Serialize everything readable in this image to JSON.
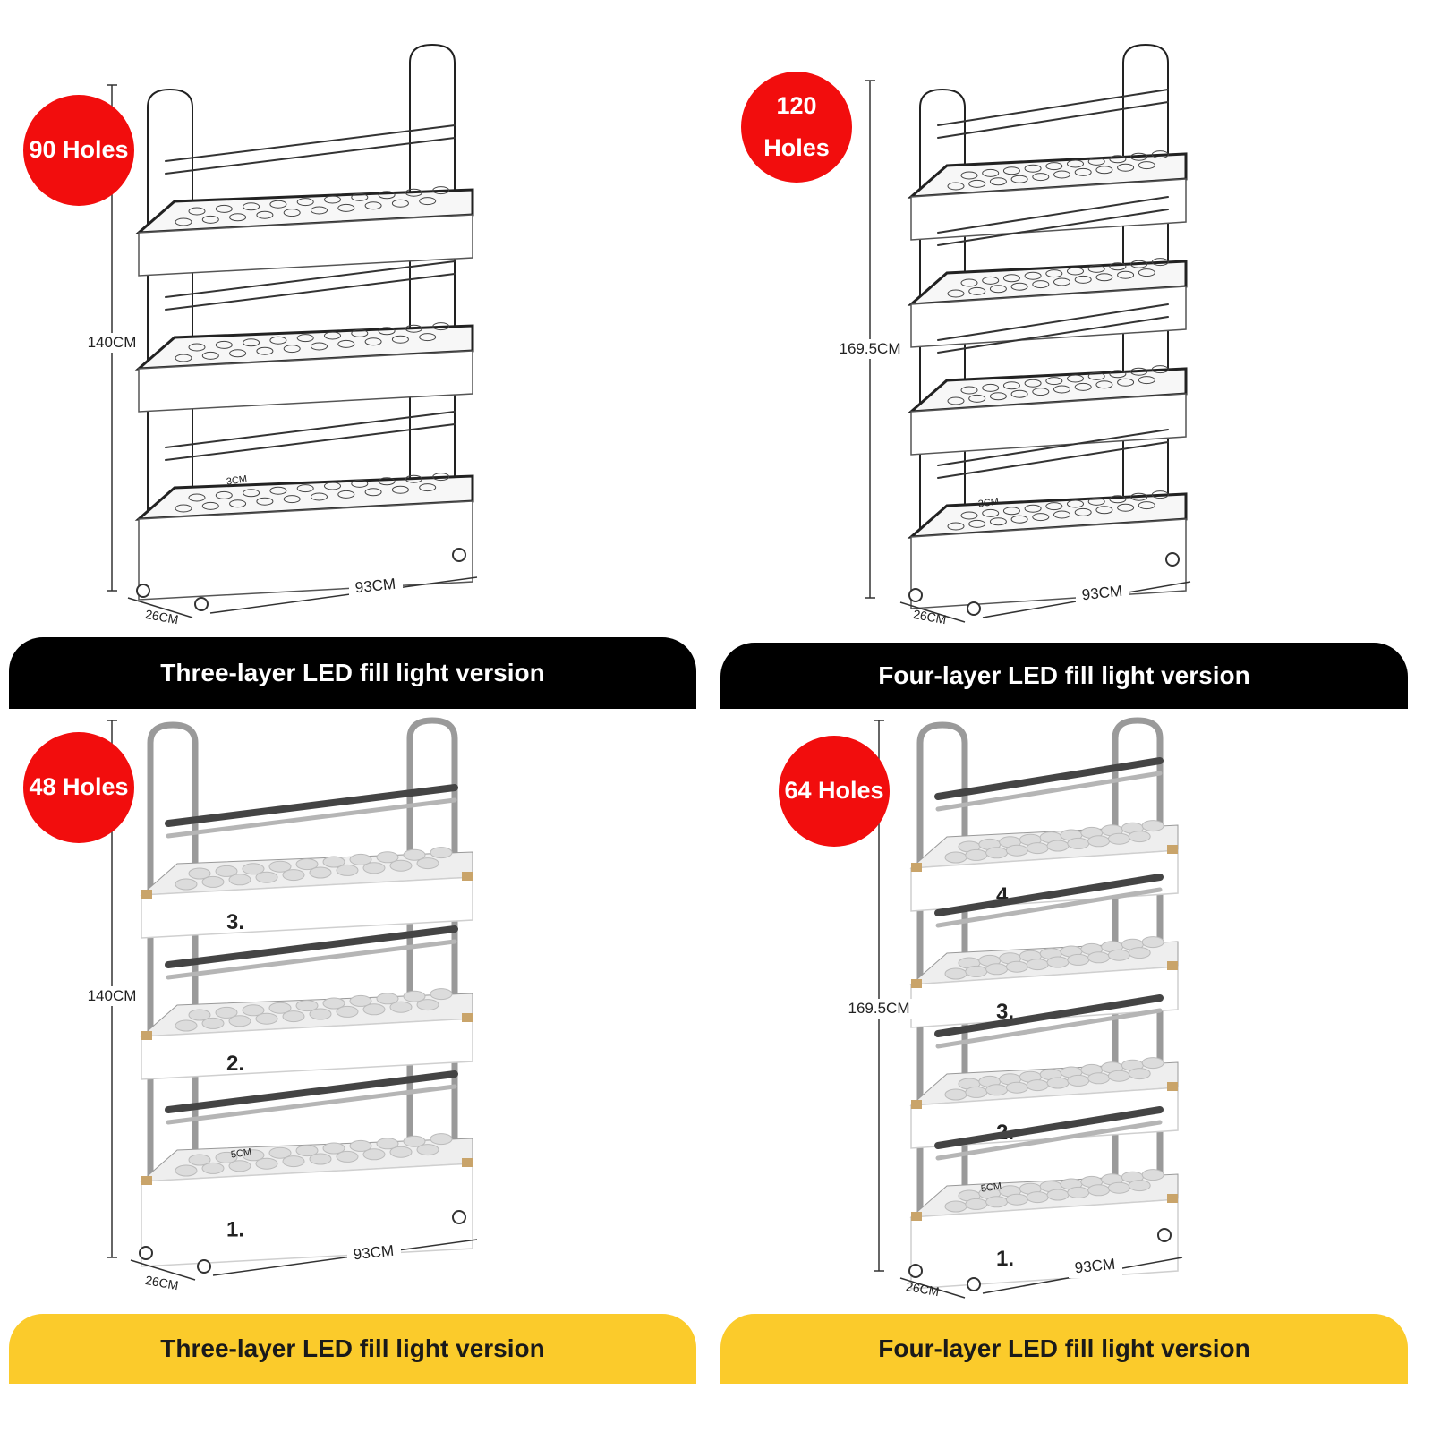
{
  "panels": [
    {
      "badge": [
        "90 Holes"
      ],
      "height_label": "140CM",
      "width_label": "93CM",
      "depth_label": "26CM",
      "spacing_label": "3CM",
      "caption": "Three-layer LED fill light version",
      "caption_color": "#000000",
      "layers": 3,
      "style": "outline"
    },
    {
      "badge": [
        "120",
        "Holes"
      ],
      "height_label": "169.5CM",
      "width_label": "93CM",
      "depth_label": "26CM",
      "spacing_label": "3CM",
      "caption": "Four-layer LED fill light version",
      "caption_color": "#000000",
      "layers": 4,
      "style": "outline"
    },
    {
      "badge": [
        "48 Holes"
      ],
      "height_label": "140CM",
      "width_label": "93CM",
      "depth_label": "26CM",
      "spacing_label": "5CM",
      "caption": "Three-layer LED fill light version",
      "caption_color": "#fbcb2b",
      "layers": 3,
      "style": "rendered",
      "tray_labels": [
        "3.",
        "2.",
        "1."
      ]
    },
    {
      "badge": [
        "64 Holes"
      ],
      "height_label": "169.5CM",
      "width_label": "93CM",
      "depth_label": "26CM",
      "spacing_label": "5CM",
      "caption": "Four-layer LED fill light version",
      "caption_color": "#fbcb2b",
      "layers": 4,
      "style": "rendered",
      "tray_labels": [
        "4.",
        "3.",
        "2.",
        "1."
      ]
    }
  ],
  "colors": {
    "badge": "#f20d0d",
    "banner_black": "#000000",
    "banner_yellow": "#fbcb2b",
    "frame_outline": "#222222",
    "frame_metal": "#9a9a9a",
    "tray_wood": "#c9a46a"
  }
}
